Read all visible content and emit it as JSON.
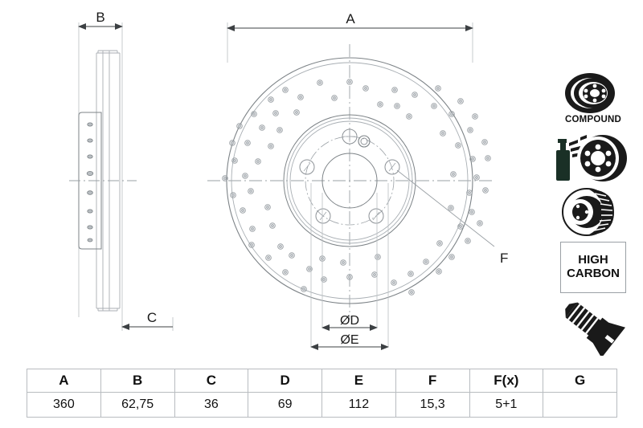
{
  "drawing": {
    "title": "brake-disc-technical-drawing",
    "dimension_labels": {
      "A": "A",
      "B": "B",
      "C": "C",
      "F": "F",
      "diameter_D": "ØD",
      "diameter_E": "ØE"
    }
  },
  "table": {
    "headers": [
      "A",
      "B",
      "C",
      "D",
      "E",
      "F",
      "F(x)",
      "G"
    ],
    "values": [
      "360",
      "62,75",
      "36",
      "69",
      "112",
      "15,3",
      "5+1",
      ""
    ]
  },
  "icons": {
    "compound_label": "COMPOUND",
    "high_carbon_line1": "HIGH",
    "high_carbon_line2": "CARBON",
    "names": [
      "compound-disc-icon",
      "coated-disc-spray-icon",
      "vented-disc-icon",
      "high-carbon-badge",
      "mounting-screw-icon"
    ]
  },
  "colors": {
    "line": "#6e7477",
    "dark_line": "#3c4043",
    "table_border": "#b8bcc0",
    "icon_fill": "#111111",
    "background": "#ffffff"
  }
}
